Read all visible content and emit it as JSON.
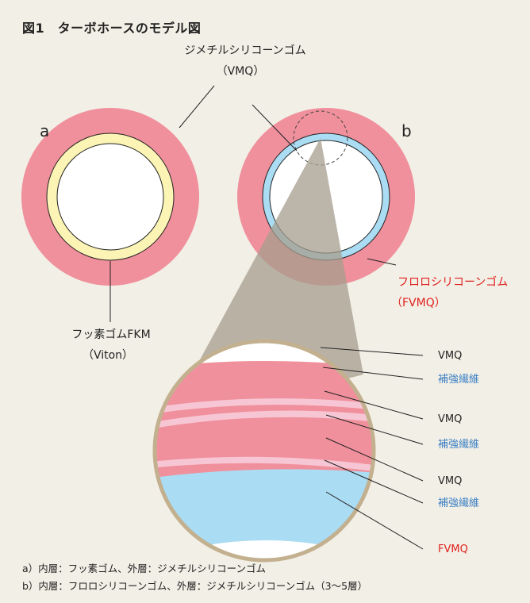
{
  "figure_title": "図1　ターボホースのモデル図",
  "panel_a_letter": "a",
  "panel_b_letter": "b",
  "label_vmq_line1": "ジメチルシリコーンゴム",
  "label_vmq_line2": "（VMQ）",
  "label_fkm_line1": "フッ素ゴムFKM",
  "label_fkm_line2": "（Viton）",
  "label_fvmq_line1": "フロロシリコーンゴム",
  "label_fvmq_line2": "（FVMQ）",
  "layers": [
    {
      "label": "VMQ",
      "kind": "rubber"
    },
    {
      "label": "補強繊維",
      "kind": "fiber"
    },
    {
      "label": "VMQ",
      "kind": "rubber"
    },
    {
      "label": "補強繊維",
      "kind": "fiber"
    },
    {
      "label": "VMQ",
      "kind": "rubber"
    },
    {
      "label": "補強繊維",
      "kind": "fiber"
    },
    {
      "label": "FVMQ",
      "kind": "fluoro"
    }
  ],
  "caption_a": "a）内層：フッ素ゴム、外層：ジメチルシリコーンゴム",
  "caption_b": "b）内層：フロロシリコーンゴム、外層：ジメチルシリコーンゴム（3〜5層）",
  "colors": {
    "background": "#f2efe6",
    "vmq_pink": "#f0909c",
    "fiber_pink": "#f7c6d4",
    "fkm_yellow": "#fbf4b4",
    "fvmq_blue": "#aadcf3",
    "zoom_cone": "#a59e8e",
    "zoom_rim": "#c2b08f",
    "fiber_label": "#3b7fc4",
    "fvmq_label": "#e0201d"
  }
}
